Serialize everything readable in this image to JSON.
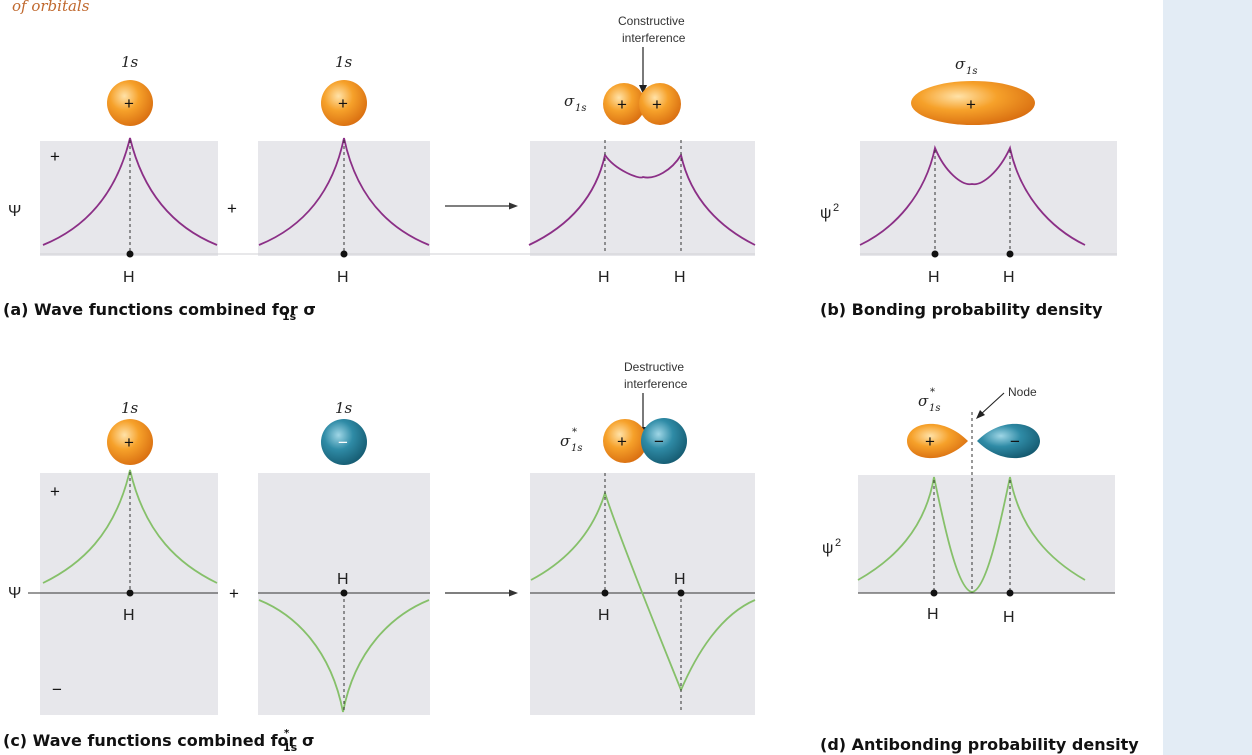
{
  "top_text": "of orbitals",
  "labels": {
    "one_s": "1s",
    "sigma": "σ",
    "sub_1s": "1s",
    "star": "*",
    "psi": "Ψ",
    "psi_sq_base": "ψ",
    "sq": "2",
    "plus": "+",
    "minus": "−",
    "H": "H"
  },
  "annotations": {
    "constructive_l1": "Constructive",
    "constructive_l2": "interference",
    "destructive_l1": "Destructive",
    "destructive_l2": "interference",
    "node": "Node"
  },
  "captions": {
    "a_main": "(a) Wave functions combined for σ",
    "a_sub": "1s",
    "b": "(b) Bonding probability density",
    "c_main": "(c) Wave functions combined for σ",
    "c_sup": "*",
    "c_sub": "1s",
    "d": "(d) Antibonding probability density"
  },
  "colors": {
    "panel": "#e7e7eb",
    "purple": "#8b2f86",
    "green": "#86c06a",
    "orange": "#f2961c",
    "teal": "#2a7e96",
    "sidebar": "#e3ecf5"
  }
}
